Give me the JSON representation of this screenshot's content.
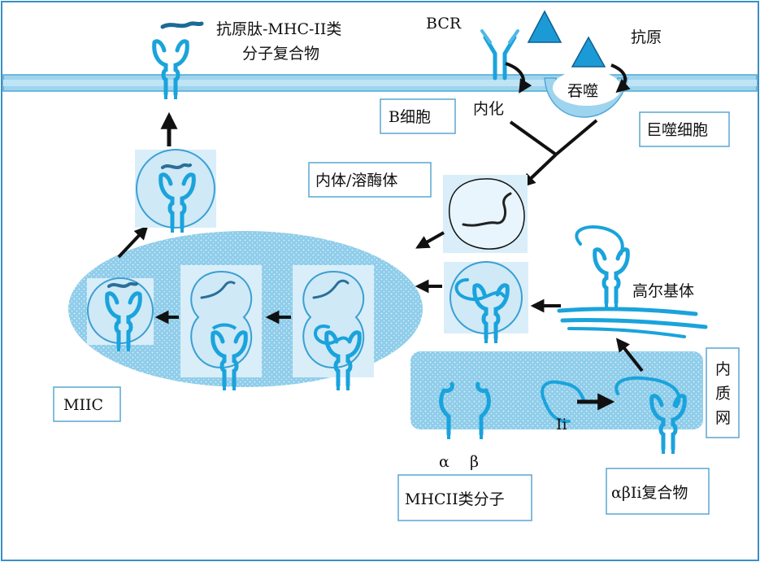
{
  "labels": {
    "pmhc": [
      "抗原肽-MHC-II类",
      "分子复合物"
    ],
    "bcr": "BCR",
    "antigen": "抗原",
    "phagocytosis": "吞噬",
    "internalization": "内化",
    "b_cell": "B细胞",
    "macrophage": "巨噬细胞",
    "endosome": "内体/溶酶体",
    "golgi": "高尔基体",
    "er": [
      "内",
      "质",
      "网"
    ],
    "miic": "MIIC",
    "alpha": "α",
    "beta": "β",
    "ii": "Ii",
    "mhc2": "MHCII类分子",
    "complex": "αβIi复合物"
  },
  "colors": {
    "membrane": "#9fd4ee",
    "membrane_edge": "#4fa8d6",
    "molecule": "#1aa3dc",
    "vesicle_fill": "#cfe9f7",
    "vesicle_edge": "#3b9fd3",
    "dotted_bg": "#8fcdea",
    "antigen": "#1c9ad6",
    "arrow": "#111111",
    "box_edge": "#5aa7d0",
    "frame": "#3a8fc4"
  },
  "icons": [
    "mhc-ii-icon",
    "bcr-icon",
    "antigen-triangle-icon",
    "peptide-icon",
    "ii-chain-icon"
  ]
}
